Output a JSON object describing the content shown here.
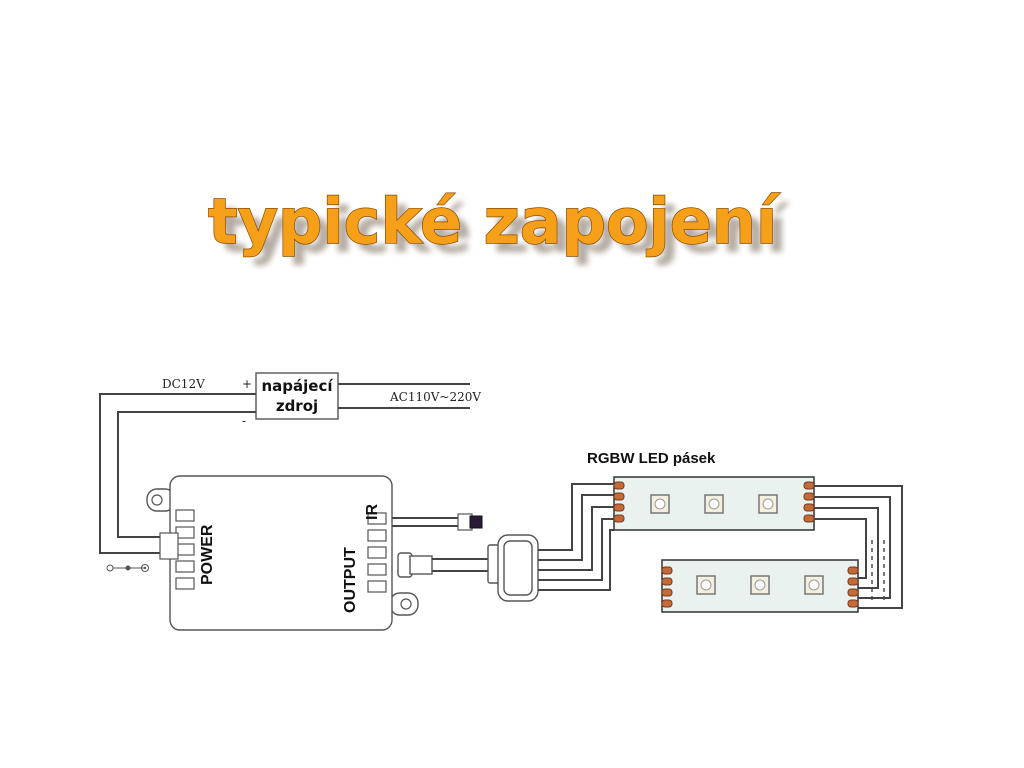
{
  "title": "typické zapojení",
  "power_supply": {
    "line1": "napájecí",
    "line2": "zdroj",
    "plus": "+",
    "minus": "-"
  },
  "dc_label": "DC12V",
  "ac_label": "AC110V~220V",
  "controller": {
    "power_label": "POWER",
    "output_label": "OUTPUT",
    "ir_label": "IR"
  },
  "strip_title": "RGBW LED pásek",
  "colors": {
    "title_fill": "#f6a01a",
    "title_stroke": "#8a4a00",
    "pad": "#c26a3a",
    "strip": "#e9f2ee"
  }
}
